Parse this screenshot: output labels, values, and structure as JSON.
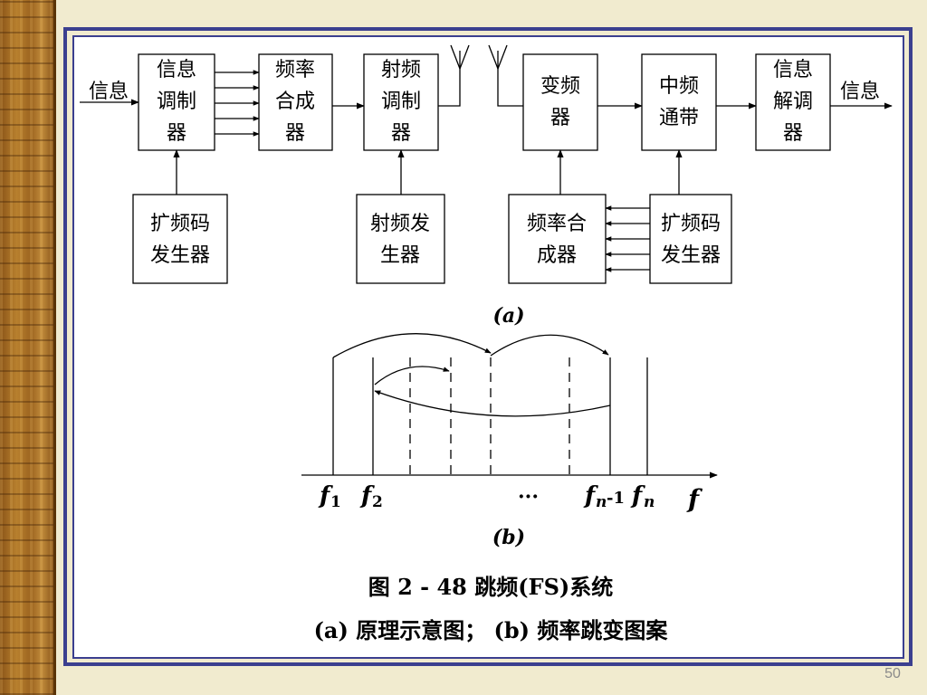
{
  "diagram": {
    "part_a": {
      "input_label": "信息",
      "output_label": "信息",
      "blocks": {
        "info_modulator": [
          "信息",
          "调制",
          "器"
        ],
        "freq_synth_tx": [
          "频率",
          "合成",
          "器"
        ],
        "rf_modulator": [
          "射频",
          "调制",
          "器"
        ],
        "mixer": [
          "变频",
          "器"
        ],
        "if_bandpass": [
          "中频",
          "通带"
        ],
        "info_demodulator": [
          "信息",
          "解调",
          "器"
        ],
        "spread_gen_tx": [
          "扩频码",
          "发生器"
        ],
        "rf_generator": [
          "射频发",
          "生器"
        ],
        "freq_synth_rx": [
          "频率合",
          "成器"
        ],
        "spread_gen_rx": [
          "扩频码",
          "发生器"
        ]
      },
      "label": "(a)"
    },
    "part_b": {
      "freq_labels": {
        "f1_main": "f",
        "f1_sub": "1",
        "f2_main": "f",
        "f2_sub": "2",
        "ellipsis": "···",
        "fn1_main": "f",
        "fn1_sub": "n",
        "fn1_tail": "-1",
        "fn_main": "f",
        "fn_sub": "n"
      },
      "axis_label": "f",
      "label": "(b)"
    }
  },
  "caption": {
    "line1": "图 2 - 48 跳频(FS)系统",
    "line2": "(a) 原理示意图； (b) 频率跳变图案"
  },
  "page_number": "50"
}
